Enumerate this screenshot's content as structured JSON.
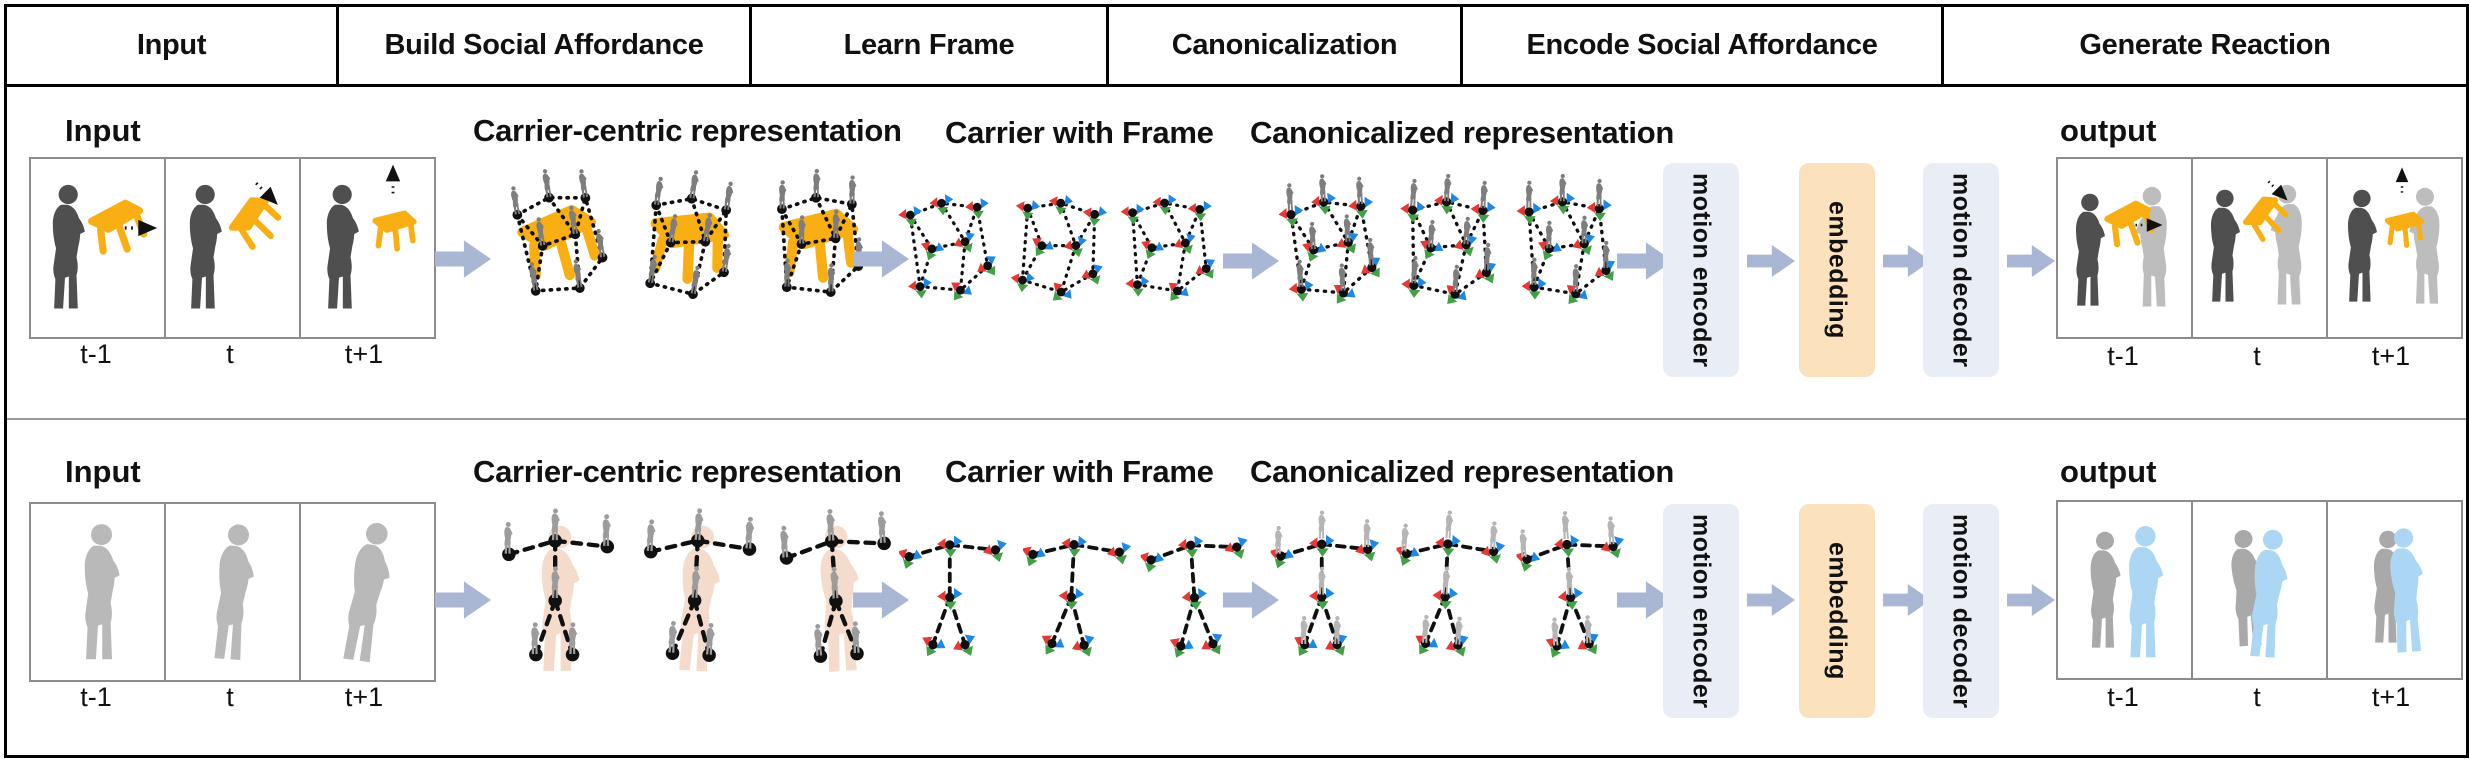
{
  "header": {
    "cells": [
      {
        "label": "Input"
      },
      {
        "label": "Build Social Affordance"
      },
      {
        "label": "Learn Frame"
      },
      {
        "label": "Canonicalization"
      },
      {
        "label": "Encode Social Affordance"
      },
      {
        "label": "Generate Reaction"
      }
    ]
  },
  "rows": [
    {
      "id": "carrier-row",
      "input_label": "Input",
      "titles": {
        "carrier_centric": "Carrier-centric representation",
        "carrier_frame": "Carrier with Frame",
        "canonicalized": "Canonicalized representation"
      },
      "blocks": {
        "encoder": "motion encoder",
        "embedding": "embedding",
        "decoder": "motion decoder"
      },
      "output_label": "output",
      "input_frame_labels": [
        "t-1",
        "t",
        "t+1"
      ],
      "output_frame_labels": [
        "t-1",
        "t",
        "t+1"
      ]
    },
    {
      "id": "human-row",
      "input_label": "Input",
      "titles": {
        "carrier_centric": "Carrier-centric representation",
        "carrier_frame": "Carrier with Frame",
        "canonicalized": "Canonicalized representation"
      },
      "blocks": {
        "encoder": "motion encoder",
        "embedding": "embedding",
        "decoder": "motion decoder"
      },
      "output_label": "output",
      "input_frame_labels": [
        "t-1",
        "t",
        "t+1"
      ],
      "output_frame_labels": [
        "t-1",
        "t",
        "t+1"
      ]
    }
  ],
  "colors": {
    "carrier_orange": "#F9AF14",
    "arrow_blue_gray": "#A9B6D4",
    "encoder_decoder_box": "#E9EDF6",
    "embedding_box": "#FBE2BC",
    "person_dark": "#4F4F4F",
    "person_light_gray": "#BDBDBD",
    "person_blue": "#ABD7F4",
    "skeleton_pink": "#F4D7C6",
    "frame_axis_red": "#E53935",
    "frame_axis_green": "#43A047",
    "frame_axis_blue": "#1E88E5"
  }
}
